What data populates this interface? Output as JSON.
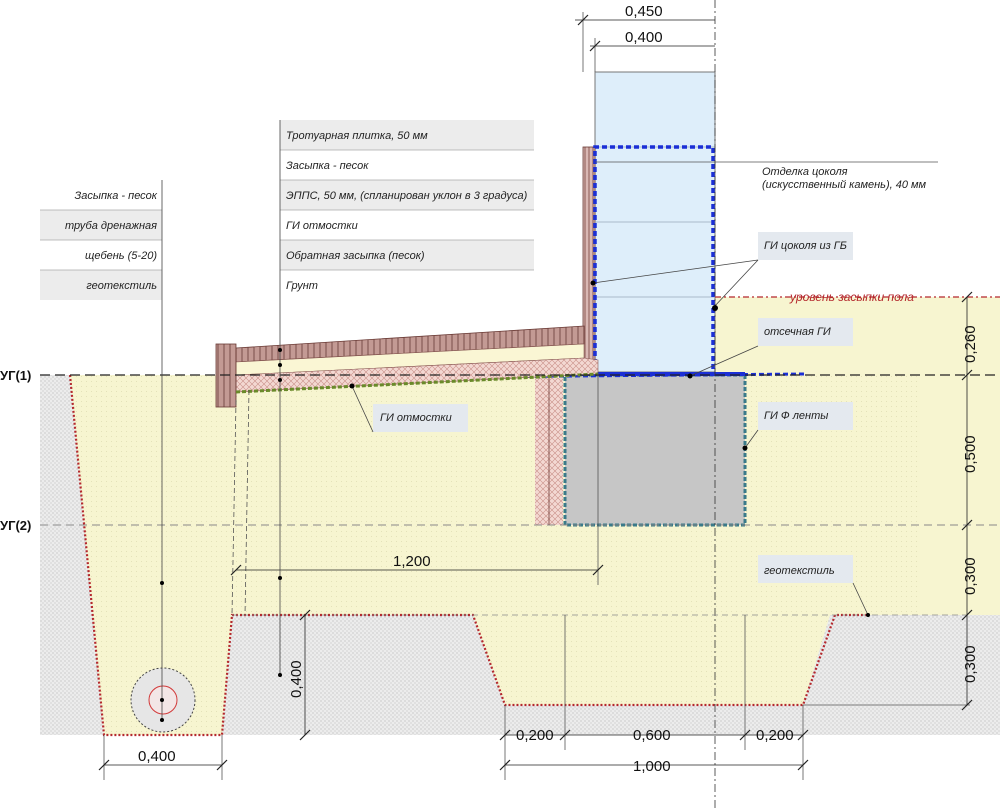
{
  "levels": {
    "ug1": "УГ(1)",
    "ug2": "УГ(2)"
  },
  "left_legend": [
    "Засыпка - песок",
    "труба дренажная",
    "щебень (5-20)",
    "геотекстиль"
  ],
  "mid_legend": [
    "Тротуарная плитка, 50 мм",
    "Засыпка - песок",
    "ЭППС, 50 мм, (спланирован уклон в 3 градуса)",
    "ГИ отмостки",
    "Обратная засыпка (песок)",
    "Грунт"
  ],
  "callouts": {
    "cladding_1": "Отделка цоколя",
    "cladding_2": "(искусственный камень), 40 мм",
    "gi_gb": "ГИ цоколя из ГБ",
    "floor_level": "уровень засыпки пола",
    "cutoff": "отсечная ГИ",
    "gi_otm": "ГИ отмостки",
    "gi_f": "ГИ Ф ленты",
    "geotextile": "геотекстиль"
  },
  "dims": {
    "top_450": "0,450",
    "top_400": "0,400",
    "right_260": "0,260",
    "right_500": "0,500",
    "right_300a": "0,300",
    "right_300b": "0,300",
    "mid_1200": "1,200",
    "mid_400": "0,400",
    "bot_400": "0,400",
    "bot_200a": "0,200",
    "bot_600": "0,600",
    "bot_200b": "0,200",
    "bot_1000": "1,000"
  },
  "colors": {
    "sand": "#f7f5d0",
    "ground": "#e8e8e8",
    "block": "#deeefa",
    "concrete": "#c6c6c6",
    "blue_gi": "#1b2fd6",
    "red_hatch": "#b4282d",
    "teal": "#3a7a8a",
    "green": "#6a8a2a"
  }
}
